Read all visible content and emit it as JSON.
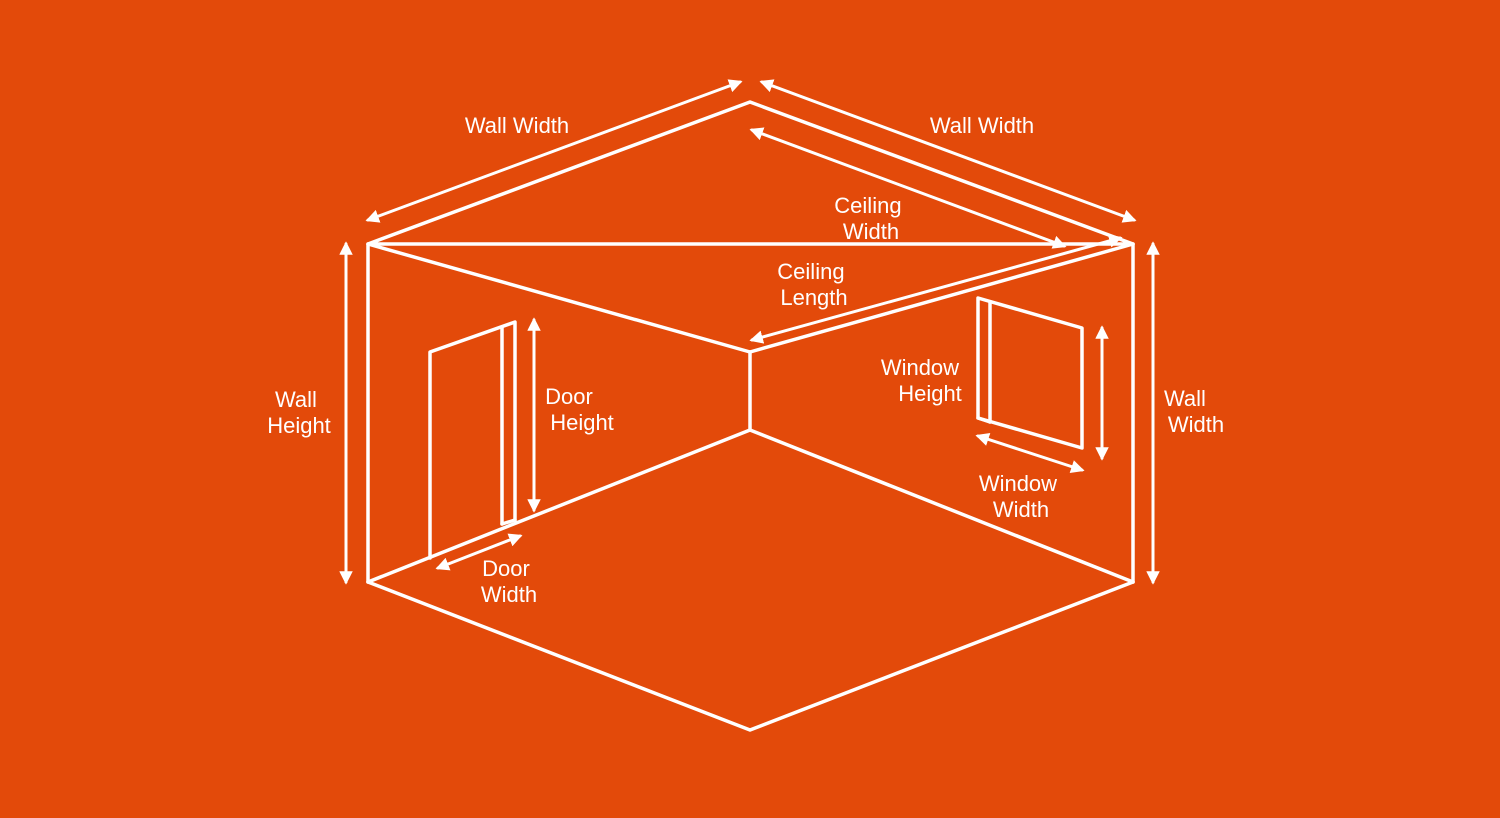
{
  "colors": {
    "background": "#E34A0A",
    "lines": "#FFFFFF",
    "text": "#FFFFFF"
  },
  "labels": {
    "wall_width_left": "Wall Width",
    "wall_width_right": "Wall Width",
    "ceiling_width": [
      "Ceiling",
      "Width"
    ],
    "ceiling_length": [
      "Ceiling",
      "Length"
    ],
    "wall_height": [
      "Wall",
      "Height"
    ],
    "door_height": [
      "Door",
      "Height"
    ],
    "door_width": [
      "Door",
      "Width"
    ],
    "window_height": [
      "Window",
      "Height"
    ],
    "window_width": [
      "Window",
      "Width"
    ],
    "wall_width_side": [
      "Wall",
      "Width"
    ]
  }
}
